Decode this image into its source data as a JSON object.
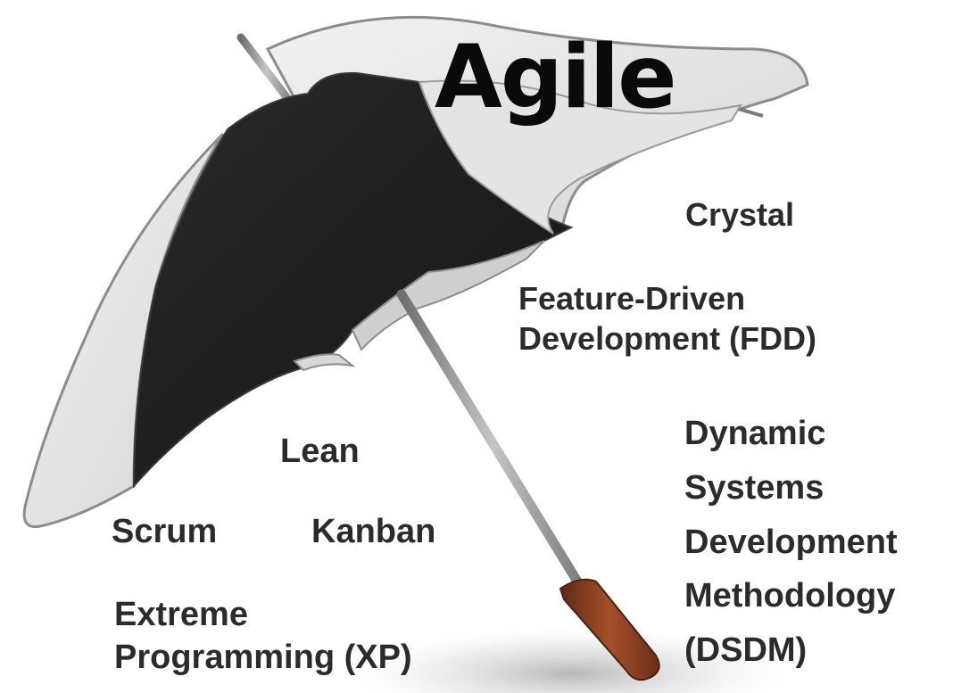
{
  "title": "Agile",
  "methodologies": {
    "crystal": "Crystal",
    "fdd_line1": "Feature-Driven",
    "fdd_line2": "Development (FDD)",
    "dsdm_line1": "Dynamic",
    "dsdm_line2": "Systems",
    "dsdm_line3": "Development",
    "dsdm_line4": "Methodology",
    "dsdm_line5": "(DSDM)",
    "lean": "Lean",
    "scrum": "Scrum",
    "kanban": "Kanban",
    "xp_line1": "Extreme",
    "xp_line2": "Programming (XP)"
  },
  "colors": {
    "canopy_dark": "#1f1f1f",
    "canopy_light": "#e9e9e9",
    "shaft": "#9a9a9a",
    "handle": "#8a3f22",
    "text": "#2b2b2b"
  }
}
